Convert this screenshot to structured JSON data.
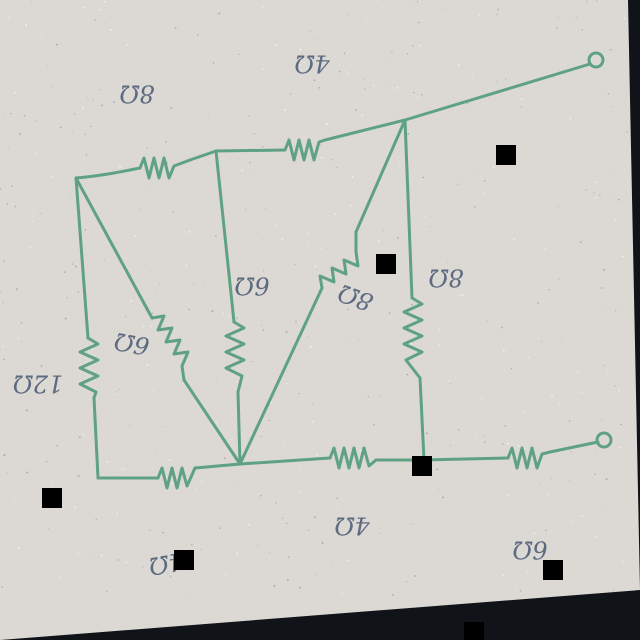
{
  "diagram": {
    "type": "resistor-network",
    "colors": {
      "paper": "#dcd9d5",
      "wire": "#5fa184",
      "ink": "#5d6b80",
      "background": "#101418",
      "marker": "#000000"
    },
    "resistor_labels": [
      {
        "id": "top-left",
        "text": "8Ω"
      },
      {
        "id": "top-right",
        "text": "4Ω"
      },
      {
        "id": "mid-vertical",
        "text": "6Ω"
      },
      {
        "id": "diag-upper",
        "text": "8Ω"
      },
      {
        "id": "right-vertical",
        "text": "8Ω"
      },
      {
        "id": "diag-left",
        "text": "6Ω"
      },
      {
        "id": "left-vertical",
        "text": "12Ω"
      },
      {
        "id": "bottom-left",
        "text": "4Ω"
      },
      {
        "id": "bottom-mid",
        "text": "4Ω"
      },
      {
        "id": "bottom-right",
        "text": "6Ω"
      }
    ]
  }
}
